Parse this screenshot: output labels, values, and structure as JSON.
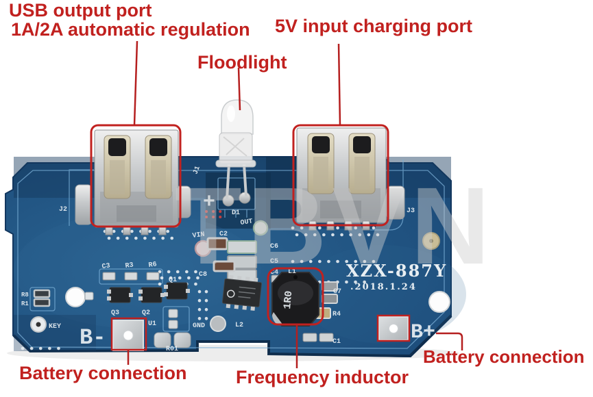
{
  "annotations": {
    "usb_output_line1": "USB output port",
    "usb_output_line2": "1A/2A automatic regulation",
    "floodlight": "Floodlight",
    "input_port": "5V input charging port",
    "battery_left": "Battery connection",
    "frequency_inductor": "Frequency inductor",
    "battery_right": "Battery connection"
  },
  "board": {
    "model": "XZX-887Y",
    "date": ".2018.1.24",
    "inductor_value": "1R0",
    "labels": {
      "j1": "J1",
      "j2": "J2",
      "j3": "J3",
      "d1": "D1",
      "plus": "+",
      "vin": "VIN",
      "out": "OUT",
      "gnd": "GND",
      "key": "KEY",
      "c1": "C1",
      "c2": "C2",
      "c3": "C3",
      "c4": "C4",
      "c5": "C5",
      "c6": "C6",
      "c7": "C7",
      "c8": "C8",
      "r1": "R1",
      "r3": "R3",
      "r4": "R4",
      "r6": "R6",
      "r8": "R8",
      "r01": "R01",
      "q1": "Q1",
      "q2": "Q2",
      "q3": "Q3",
      "u1": "U1",
      "l1": "L1",
      "l2": "L2",
      "b_minus": "B-",
      "b_plus": "B+"
    }
  },
  "watermark": "TBVN",
  "colors": {
    "annotation_red": "#c1211f",
    "board_blue": "#1f5181",
    "board_dark": "#14375c",
    "trace_blue": "#79aed6",
    "silkscreen_white": "#e9eff3",
    "metal_silver": "#c9cbcc"
  }
}
